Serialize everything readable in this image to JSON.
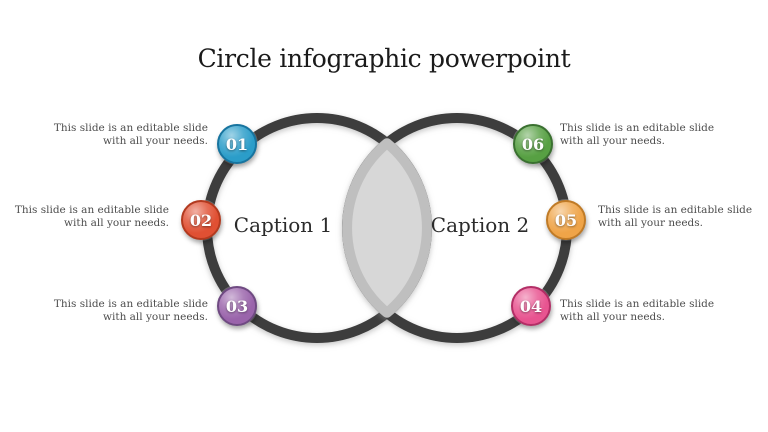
{
  "slide": {
    "title": "Circle infographic powerpoint",
    "background_color": "#ffffff"
  },
  "diagram": {
    "circle_stroke_color": "#3d3d3d",
    "overlap_fill_color": "#d7d7d7",
    "overlap_edge_color": "#bfbfbf",
    "captions": [
      {
        "label": "Caption 1"
      },
      {
        "label": "Caption 2"
      }
    ],
    "items": [
      {
        "number": "01",
        "color": "#2b9dc9",
        "border_color": "#17749f",
        "desc_lines": [
          "This slide is an editable slide",
          "with all your needs."
        ]
      },
      {
        "number": "02",
        "color": "#e05033",
        "border_color": "#b23a1f",
        "desc_lines": [
          "This slide is an editable slide",
          "with all your needs."
        ]
      },
      {
        "number": "03",
        "color": "#9a64ab",
        "border_color": "#6f4a82",
        "desc_lines": [
          "This slide is an editable slide",
          "with all your needs."
        ]
      },
      {
        "number": "04",
        "color": "#e85490",
        "border_color": "#b32e66",
        "desc_lines": [
          "This slide is an editable slide",
          "with all your needs."
        ]
      },
      {
        "number": "05",
        "color": "#efa448",
        "border_color": "#c07b27",
        "desc_lines": [
          "This slide is an editable slide",
          "with all your needs."
        ]
      },
      {
        "number": "06",
        "color": "#57a043",
        "border_color": "#3a7030",
        "desc_lines": [
          "This slide is an editable slide",
          "with all your needs."
        ]
      }
    ]
  }
}
